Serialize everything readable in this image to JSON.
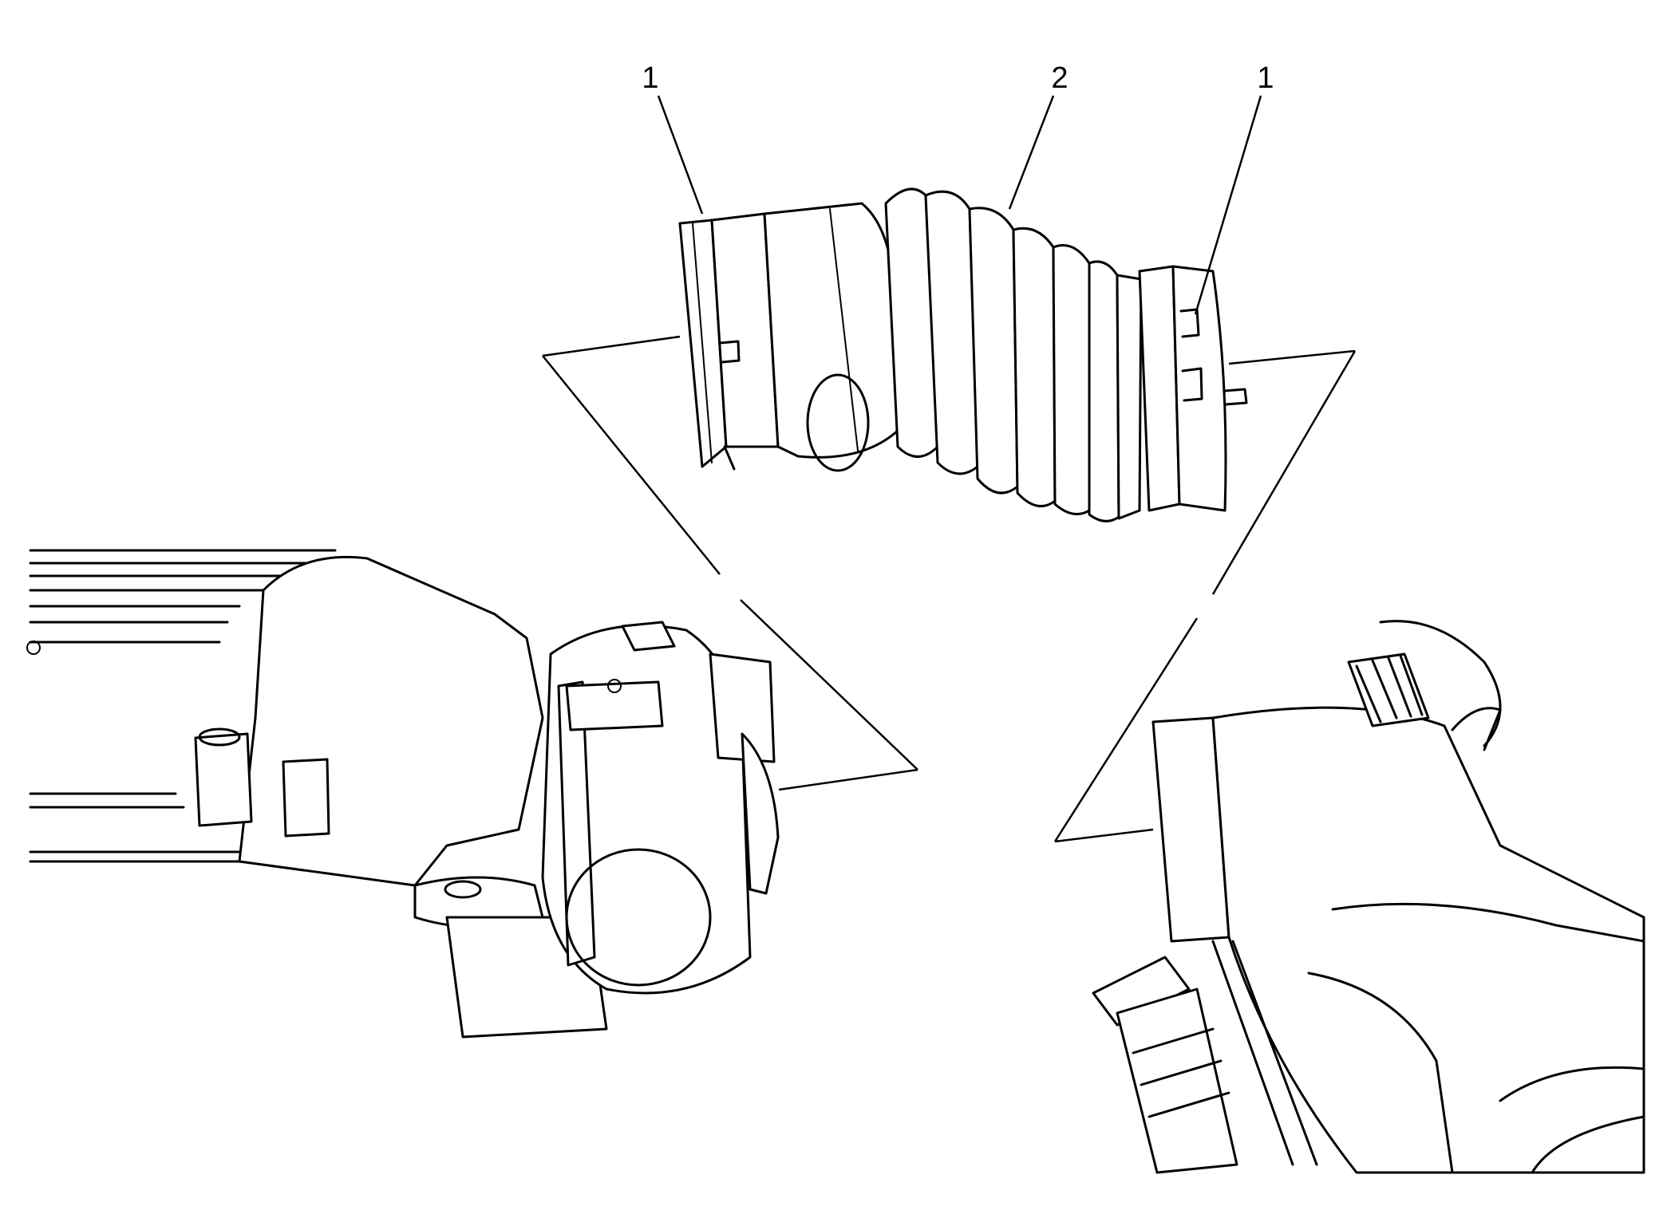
{
  "callouts": [
    {
      "label": "1"
    },
    {
      "label": "2"
    },
    {
      "label": "1"
    }
  ],
  "colors": {
    "line": "#000000",
    "background": "#ffffff"
  }
}
